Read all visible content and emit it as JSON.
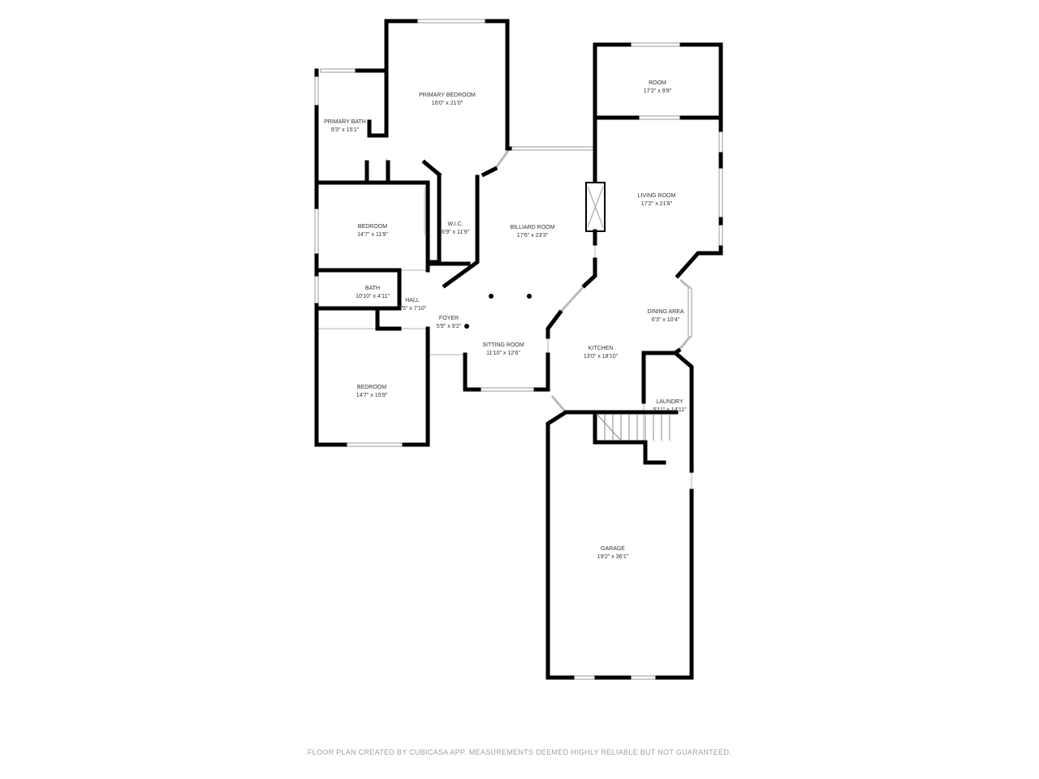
{
  "rooms": [
    {
      "name": "PRIMARY BEDROOM",
      "size": "16'0\" x 21'0\""
    },
    {
      "name": "PRIMARY BATH",
      "size": "9'3\" x 15'1\""
    },
    {
      "name": "ROOM",
      "size": "17'2\" x 9'8\""
    },
    {
      "name": "LIVING ROOM",
      "size": "17'2\" x 21'8\""
    },
    {
      "name": "BEDROOM",
      "size": "14'7\" x 11'9\""
    },
    {
      "name": "W.I.C.",
      "size": "6'9\" x 11'9\""
    },
    {
      "name": "BILLIARD ROOM",
      "size": "17'6\" x 23'3\""
    },
    {
      "name": "BATH",
      "size": "10'10\" x 4'11\""
    },
    {
      "name": "HALL",
      "size": "3'5\" x 7'10\""
    },
    {
      "name": "FOYER",
      "size": "5'9\" x 9'2\""
    },
    {
      "name": "DINING AREA",
      "size": "6'3\" x 10'4\""
    },
    {
      "name": "SITTING ROOM",
      "size": "11'10\" x 12'6\""
    },
    {
      "name": "KITCHEN",
      "size": "13'0\" x 18'10\""
    },
    {
      "name": "LAUNDRY",
      "size": "5'11\" x 14'11\""
    },
    {
      "name": "BEDROOM",
      "size": "14'7\" x 15'9\""
    },
    {
      "name": "GARAGE",
      "size": "19'2\" x 36'1\""
    }
  ],
  "footer": "FLOOR PLAN CREATED BY CUBICASA APP. MEASUREMENTS DEEMED HIGHLY RELIABLE BUT NOT GUARANTEED."
}
